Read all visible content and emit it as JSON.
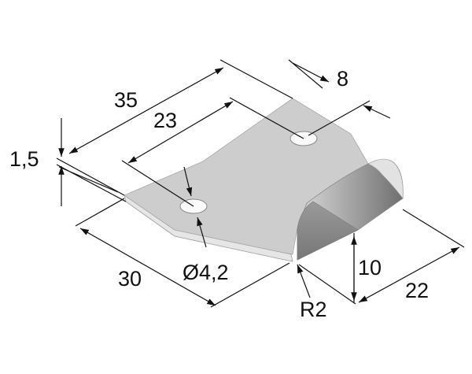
{
  "dimensions": {
    "overall_length": "35",
    "hole_spacing": "23",
    "thickness": "1,5",
    "slot_width": "8",
    "width": "30",
    "hole_diameter": "Ø4,2",
    "height": "10",
    "depth": "22",
    "bend_radius": "R2"
  },
  "colors": {
    "plate_top": "#cfcfcf",
    "plate_edge": "#e4e4e4",
    "bend_dark": "#7a7a7a",
    "hole": "#fafafa",
    "dimension_lines": "#111111"
  }
}
